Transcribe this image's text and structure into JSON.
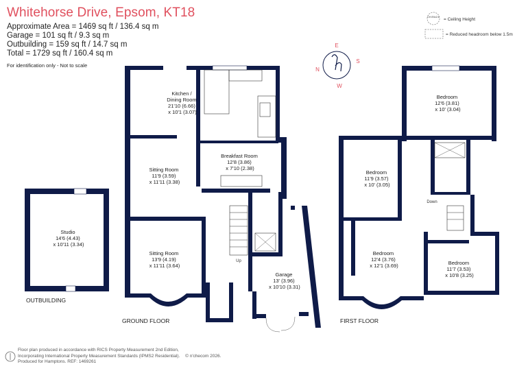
{
  "header": {
    "title": "Whitehorse Drive, Epsom, KT18",
    "stats": [
      "Approximate Area = 1469 sq ft / 136.4 sq m",
      "Garage = 101 sq ft / 9.3 sq m",
      "Outbuilding = 159 sq ft / 14.7 sq m",
      "Total = 1729 sq ft / 160.4 sq m"
    ],
    "identification": "For identification only - Not to scale"
  },
  "legend": {
    "ceiling_badge": "CH 8'6x2.6",
    "ceiling_height": "= Ceiling Height",
    "reduced_headroom": "= Reduced headroom below 1.5m"
  },
  "compass": {
    "n": "N",
    "e": "E",
    "s": "S",
    "w": "W"
  },
  "floors": {
    "outbuilding": "OUTBUILDING",
    "ground": "GROUND FLOOR",
    "first": "FIRST FLOOR"
  },
  "rooms": {
    "studio": [
      "Studio",
      "14'6 (4.43)",
      "x 10'11 (3.34)"
    ],
    "kitchen": [
      "Kitchen /",
      "Dining Room",
      "21'10 (6.66)",
      "x 10'1 (3.07)"
    ],
    "breakfast": [
      "Breakfast Room",
      "12'8 (3.86)",
      "x 7'10 (2.38)"
    ],
    "sitting1": [
      "Sitting Room",
      "11'9 (3.59)",
      "x 11'11 (3.38)"
    ],
    "sitting2": [
      "Sitting Room",
      "13'9 (4.19)",
      "x 11'11 (3.64)"
    ],
    "garage": [
      "Garage",
      "13' (3.96)",
      "x 10'10 (3.31)"
    ],
    "bed_top": [
      "Bedroom",
      "12'6 (3.81)",
      "x 10' (3.04)"
    ],
    "bed_left": [
      "Bedroom",
      "11'9 (3.57)",
      "x 10' (3.05)"
    ],
    "bed_main": [
      "Bedroom",
      "12'4 (3.76)",
      "x 12'1 (3.69)"
    ],
    "bed_small": [
      "Bedroom",
      "11'7 (3.53)",
      "x 10'8 (3.25)"
    ],
    "up": "Up",
    "down": "Down"
  },
  "footer": {
    "lines": [
      "Floor plan produced in accordance with RICS Property Measurement 2nd Edition,",
      "Incorporating International Property Measurement Standards (IPMS2 Residential).",
      "Produced for Hamptons.   REF:  1469261"
    ],
    "copyright": "© n'checom 2026."
  },
  "colors": {
    "wall": "#0f1b48",
    "title": "#e0505e",
    "compass": "#0f1b48"
  }
}
